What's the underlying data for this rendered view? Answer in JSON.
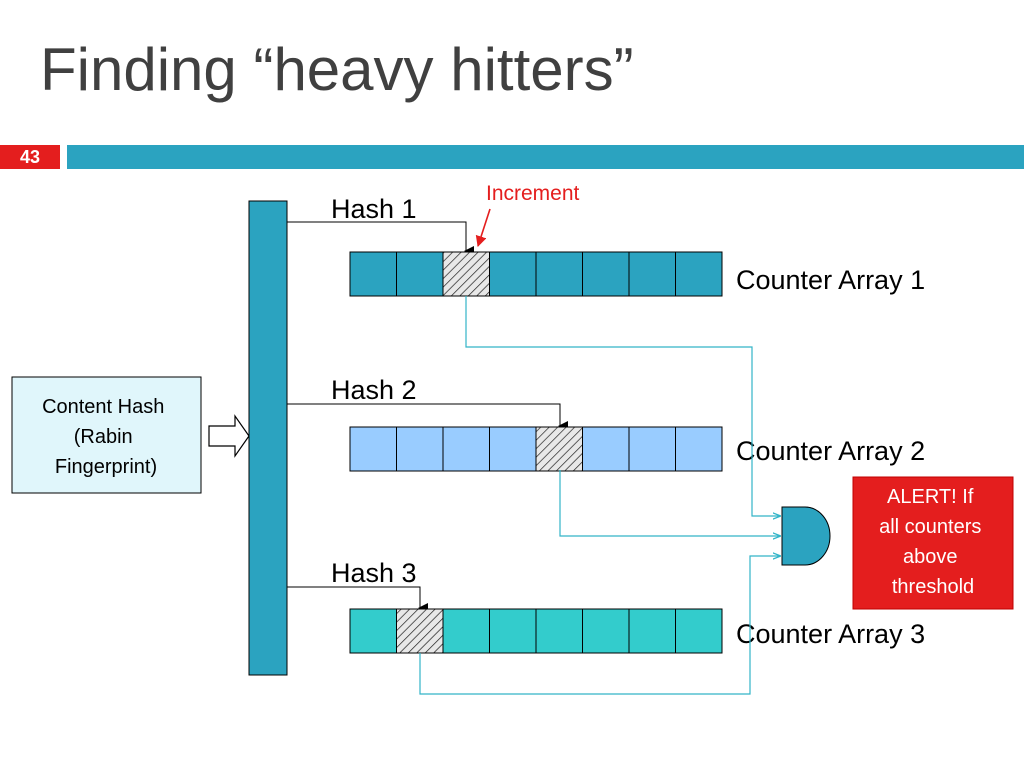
{
  "slide": {
    "title": "Finding “heavy hitters”",
    "number": "43"
  },
  "diagram": {
    "source_box": {
      "lines": [
        "Content Hash",
        "(Rabin",
        "Fingerprint)"
      ]
    },
    "increment_label": "Increment",
    "alert_box": {
      "lines": [
        "ALERT! If",
        "all counters",
        "above",
        "threshold"
      ]
    },
    "hashes": [
      {
        "label": "Hash 1",
        "array_label": "Counter Array 1",
        "cells": 8,
        "hit_index": 2,
        "color": "#2ba3c0"
      },
      {
        "label": "Hash 2",
        "array_label": "Counter Array 2",
        "cells": 8,
        "hit_index": 4,
        "color": "#99ccff"
      },
      {
        "label": "Hash 3",
        "array_label": "Counter Array 3",
        "cells": 8,
        "hit_index": 1,
        "color": "#33cccc"
      }
    ],
    "colors": {
      "bar": "#2ba3c0",
      "source_fill": "#e0f6fb",
      "connector": "#33b5c8",
      "gate": "#2ba3c0",
      "alert": "#e41e1e",
      "increment": "#e41e1e"
    }
  }
}
